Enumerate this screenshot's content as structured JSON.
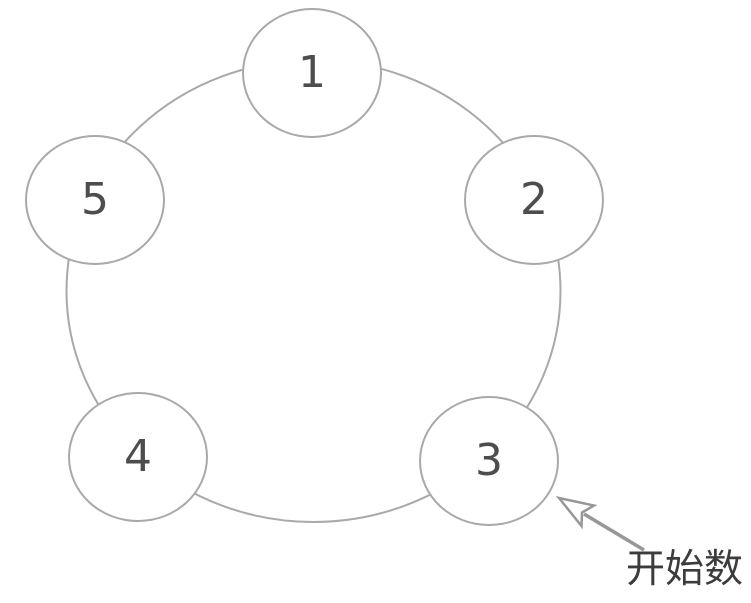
{
  "diagram": {
    "nodes": [
      {
        "label": "1"
      },
      {
        "label": "2"
      },
      {
        "label": "3"
      },
      {
        "label": "4"
      },
      {
        "label": "5"
      }
    ],
    "annotation": {
      "label": "开始数",
      "points_to_node": "3"
    },
    "colors": {
      "node_border": "#a9a9a9",
      "node_fill": "#ffffff",
      "node_text": "#4d4d4d",
      "ring_stroke": "#a9a9a9",
      "arrow_stroke": "#979797",
      "arrowhead_fill": "#ffffff",
      "annotation_text": "#3c3c3c"
    },
    "icons": [
      {
        "name": "open-arrowhead-icon",
        "meaning": "pointer indicating where counting starts"
      }
    ]
  }
}
